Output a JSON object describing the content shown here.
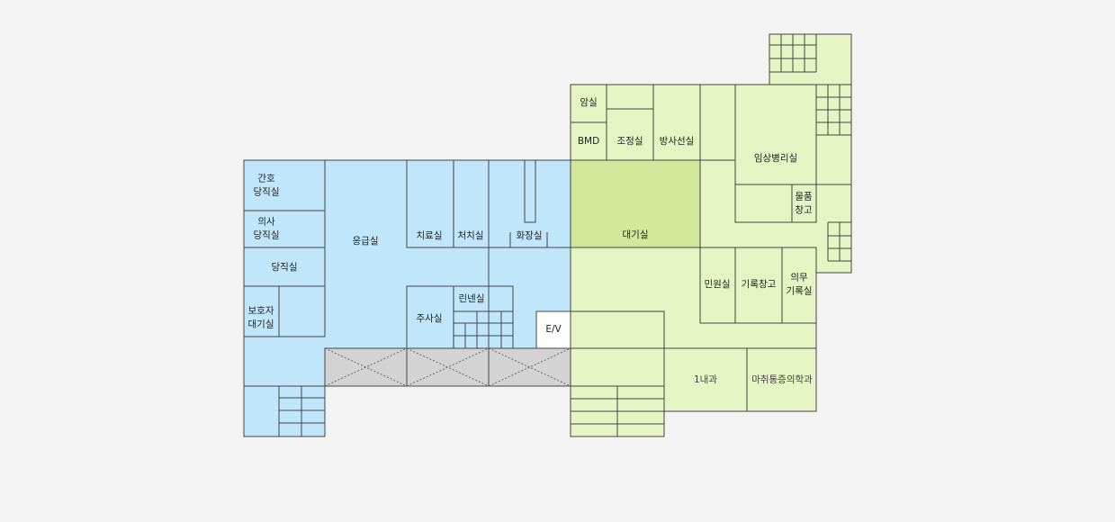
{
  "colors": {
    "background": "#f3f3f3",
    "emergency_zone": "#bfe6fb",
    "outpatient_zone": "#e6f4c4",
    "waiting_highlight": "#d4e89c",
    "corridor": "#d3d3d3",
    "elevator": "#ffffff",
    "wall": "#444444"
  },
  "rooms": {
    "nurse_duty": [
      "간호",
      "당직실"
    ],
    "doctor_duty": [
      "의사",
      "당직실"
    ],
    "duty_room": "당직실",
    "guardian_waiting": [
      "보호자",
      "대기실"
    ],
    "emergency_room": "응급실",
    "treatment_room": "치료실",
    "procedure_room": "처치실",
    "restroom": "화장실",
    "linen_room": "린넨실",
    "injection_room": "주사실",
    "elevator": "E/V",
    "cancer_room": "암실",
    "bmd": "BMD",
    "control_room": "조정실",
    "radiology_room": "방사선실",
    "clinical_pathology": "임상병리실",
    "storage": [
      "물품",
      "창고"
    ],
    "waiting_room": "대기실",
    "civil_affairs": "민원실",
    "records_storage": "기록창고",
    "medical_records": [
      "의무",
      "기록실"
    ],
    "internal_medicine_1": "1내과",
    "anesthesia_pain": "마취통증의학과"
  }
}
